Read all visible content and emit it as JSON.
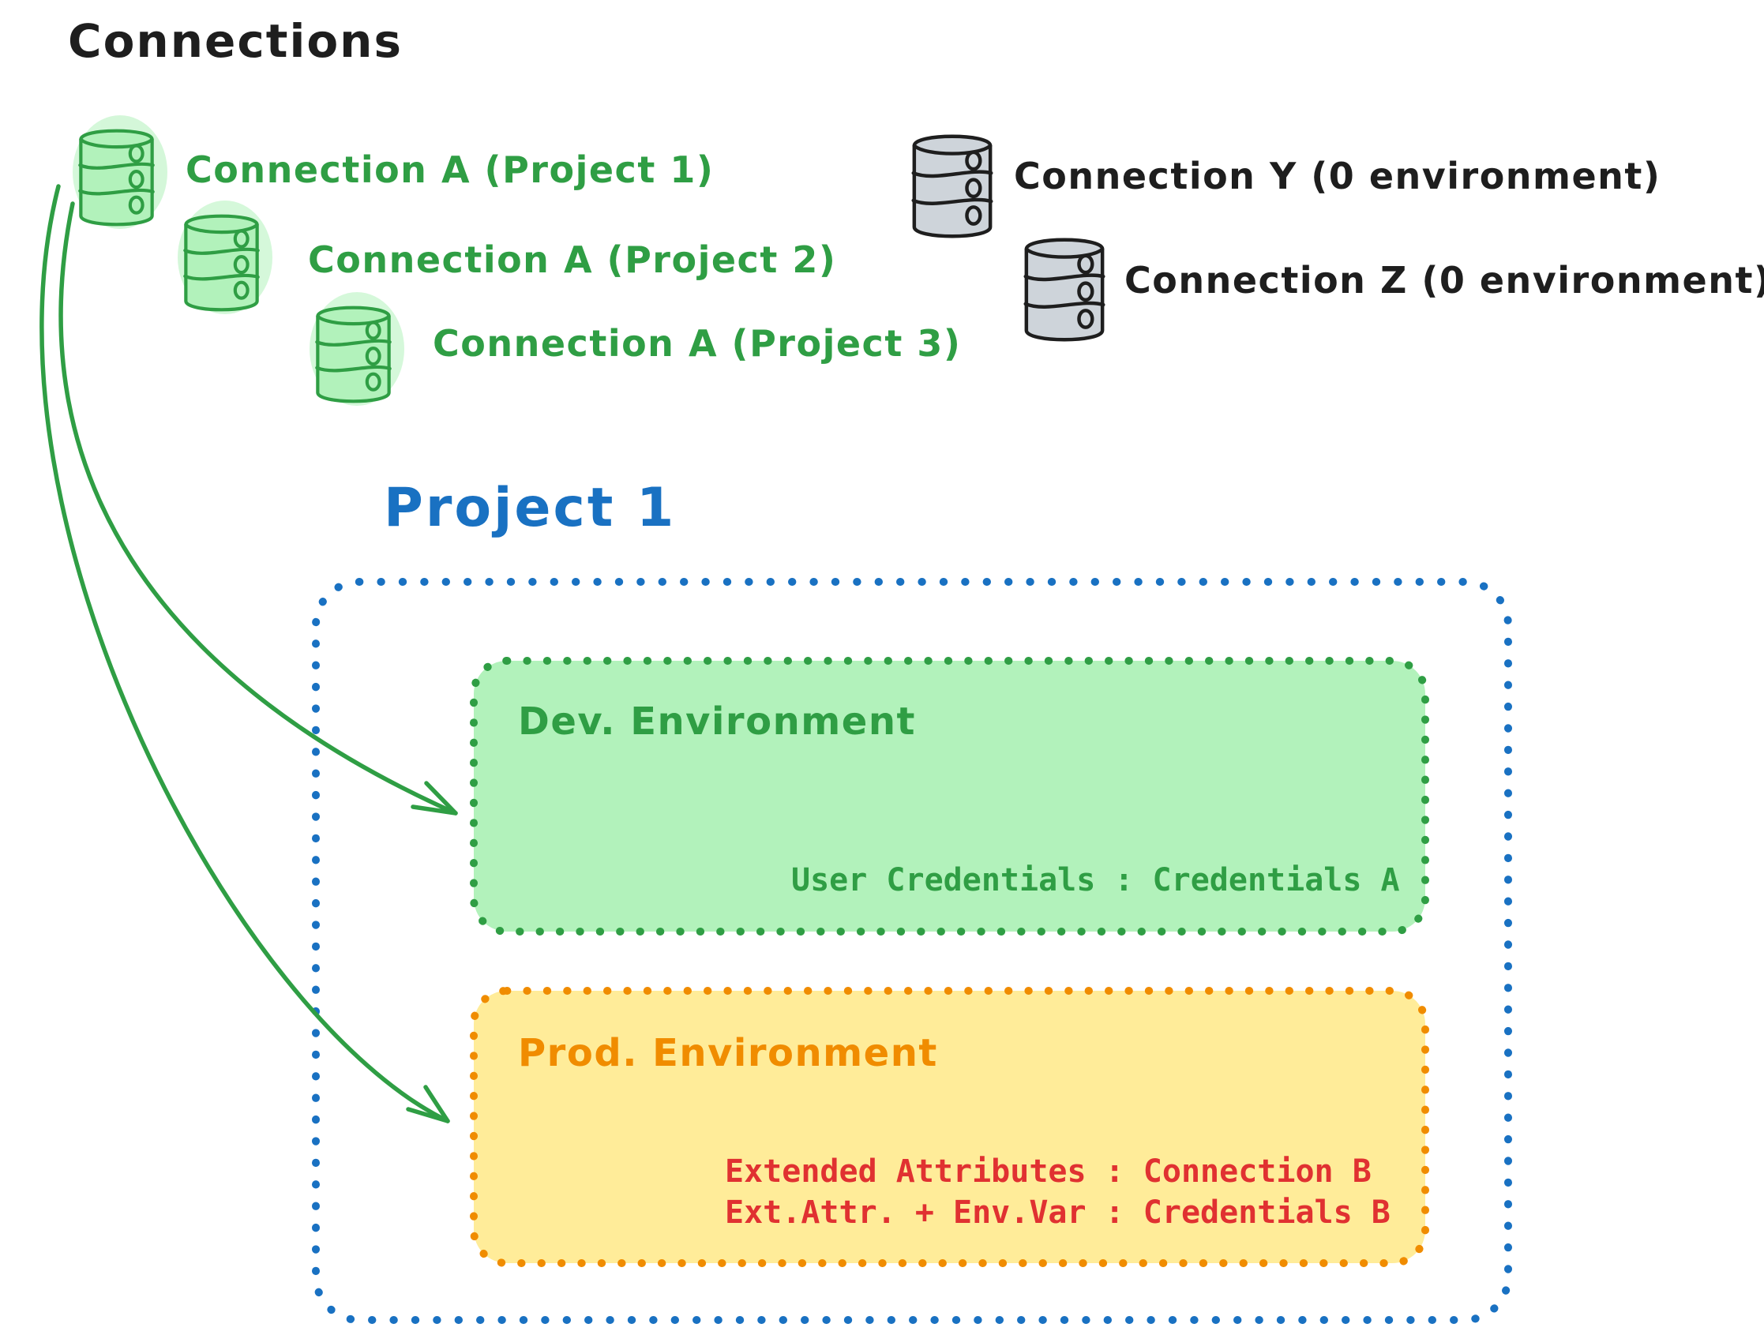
{
  "title": "Connections",
  "connections": {
    "project_scoped": [
      {
        "label": "Connection A (Project 1)",
        "icon": "database-cylinder-icon",
        "color": "#2f9e44"
      },
      {
        "label": "Connection A (Project 2)",
        "icon": "database-cylinder-icon",
        "color": "#2f9e44"
      },
      {
        "label": "Connection A (Project 3)",
        "icon": "database-cylinder-icon",
        "color": "#2f9e44"
      }
    ],
    "unscoped": [
      {
        "label": "Connection Y (0 environment)",
        "icon": "database-cylinder-icon",
        "color": "#1e1e1e"
      },
      {
        "label": "Connection Z (0 environment)",
        "icon": "database-cylinder-icon",
        "color": "#1e1e1e"
      }
    ]
  },
  "project": {
    "title": "Project 1",
    "environments": {
      "dev": {
        "title": "Dev. Environment",
        "mappings": [
          "User Credentials : Credentials A"
        ]
      },
      "prod": {
        "title": "Prod. Environment",
        "mappings": [
          "Extended Attributes : Connection B",
          "Ext.Attr. + Env.Var : Credentials B"
        ]
      }
    }
  },
  "colors": {
    "green_stroke": "#2f9e44",
    "green_fill": "#b2f2bb",
    "blue_stroke": "#1971c2",
    "orange_stroke": "#f08c00",
    "yellow_fill": "#ffec99",
    "red_text": "#e03131",
    "ink": "#1e1e1e",
    "gray_fill": "#ced4da"
  }
}
